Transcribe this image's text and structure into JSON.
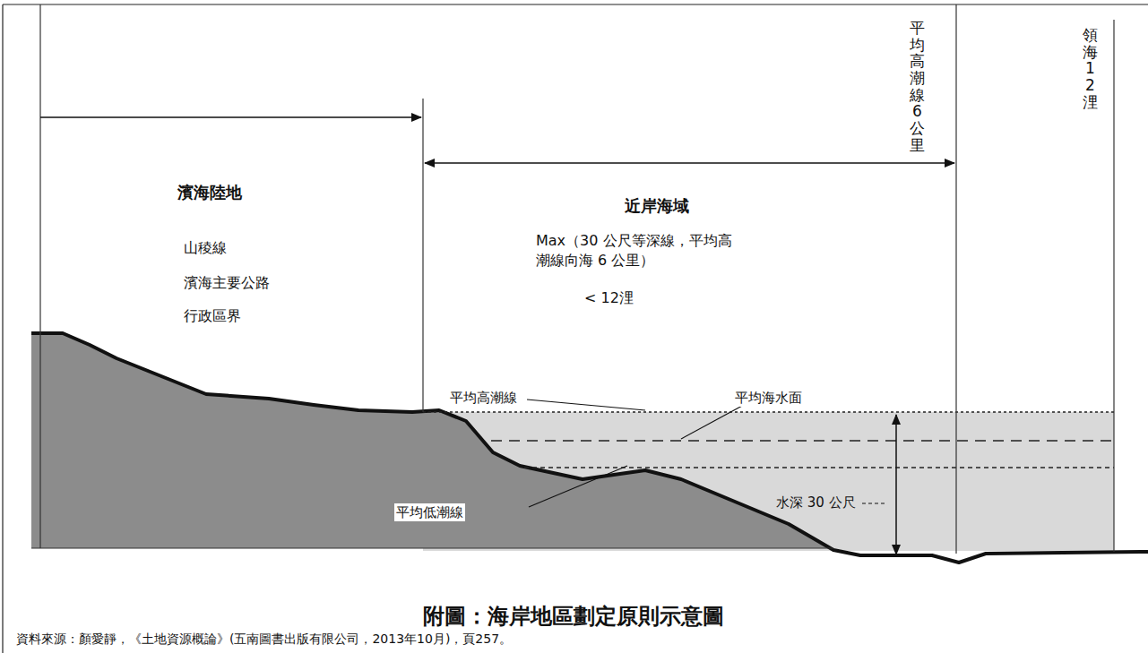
{
  "diagram": {
    "title": "附圖：海岸地區劃定原則示意圖",
    "caption": "資料來源：顏愛靜，《土地資源概論》(五南圖書出版有限公司，2013年10月)，頁257。",
    "labels": [
      "濱海陸地",
      "山稜線",
      "濱海主要公路",
      "行政區界",
      "近岸海域",
      "Max（30 公尺等深線，平均高 潮線向海 6 公里）",
      "< 12浬",
      "平均高潮線6公里",
      "領海12浬",
      "平均高潮線",
      "平均海水面",
      "平均低潮線",
      "水深 30 公尺"
    ]
  }
}
